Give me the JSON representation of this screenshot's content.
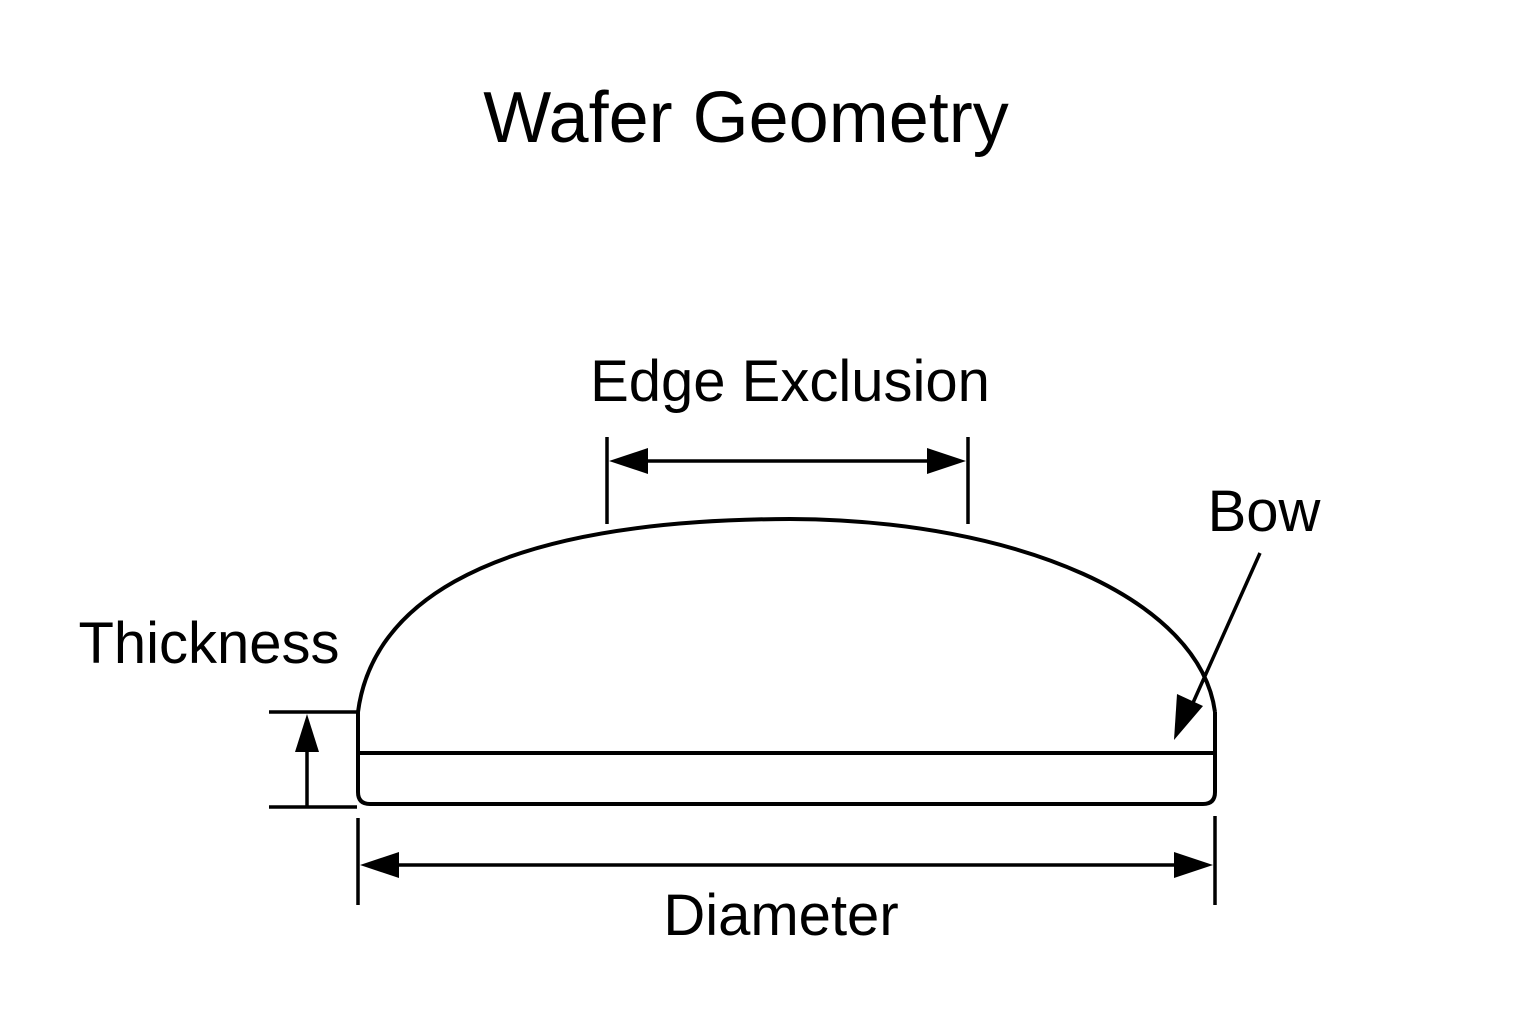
{
  "title": "Wafer Geometry",
  "labels": {
    "edge_exclusion": "Edge Exclusion",
    "bow": "Bow",
    "thickness": "Thickness",
    "diameter": "Diameter"
  },
  "colors": {
    "line": "#000000",
    "background": "#ffffff"
  }
}
